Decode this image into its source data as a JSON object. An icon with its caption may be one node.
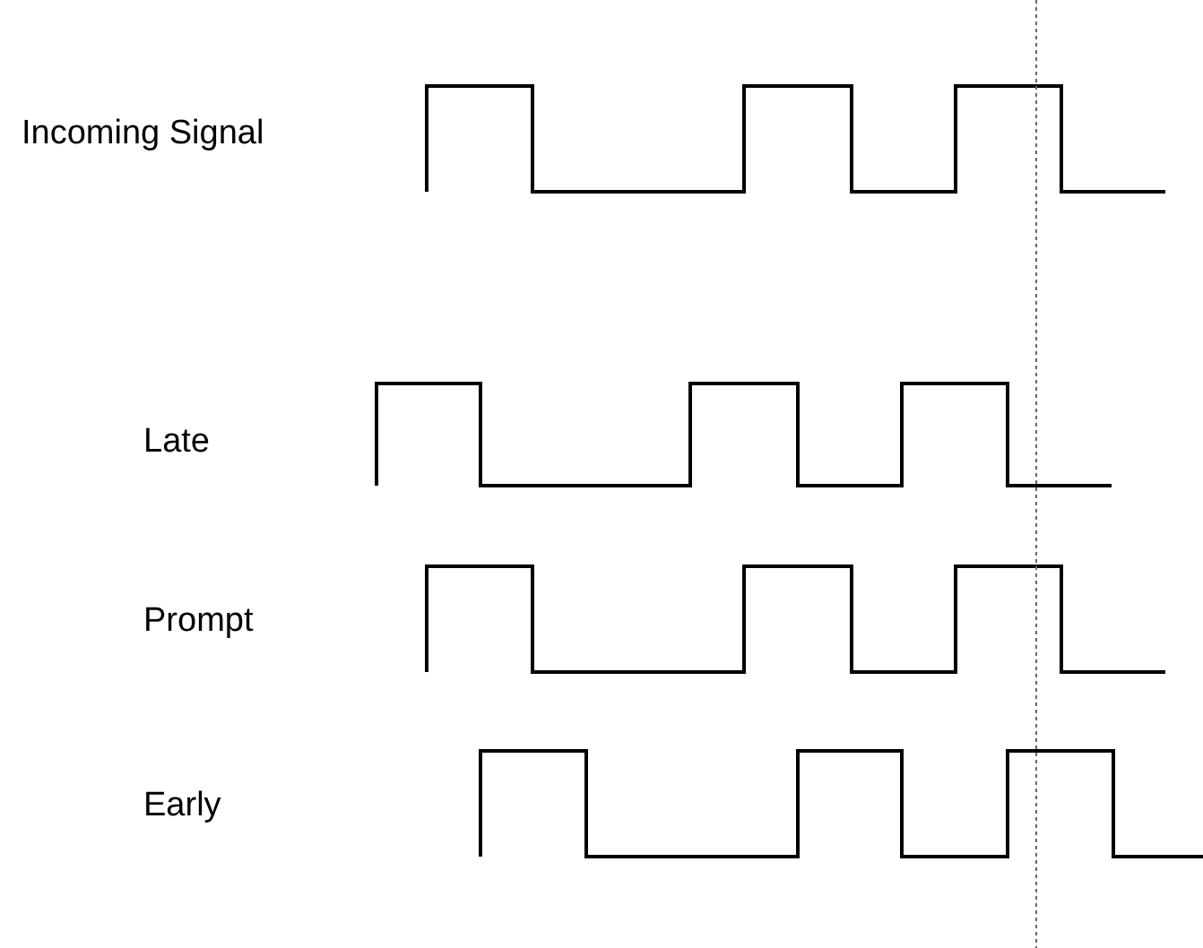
{
  "diagram": {
    "labels": [
      "Incoming Signal",
      "Late",
      "Prompt",
      "Early"
    ]
  }
}
